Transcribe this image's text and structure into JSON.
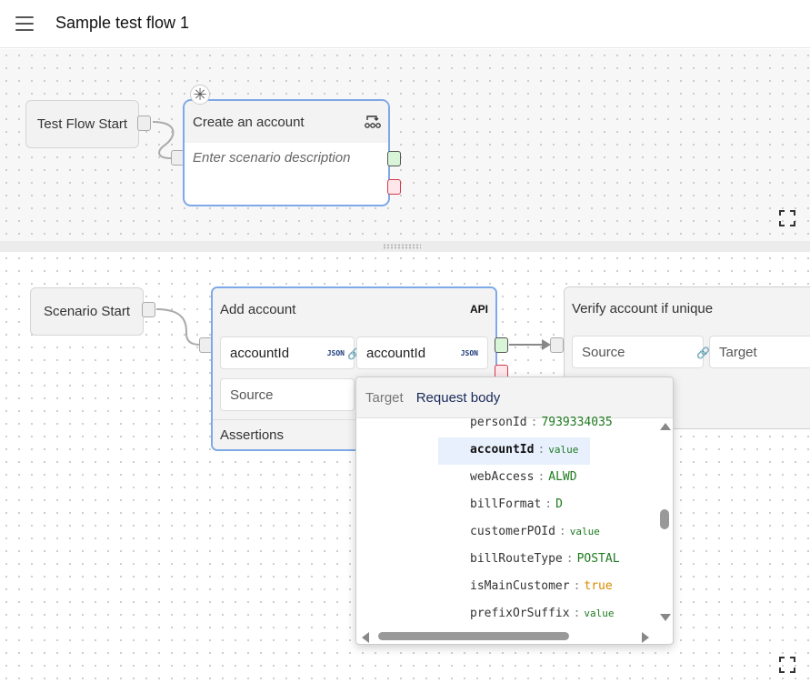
{
  "header": {
    "title": "Sample test flow 1",
    "menu_icon": "hamburger-menu-icon"
  },
  "top_canvas": {
    "start_node": "Test Flow Start",
    "scenario": {
      "title": "Create an account",
      "description_placeholder": "Enter scenario description",
      "badge_icon": "asterisk-icon",
      "type_icon": "scenario-icon"
    },
    "expand_icon": "fullscreen-icon"
  },
  "bottom_canvas": {
    "start_node": "Scenario Start",
    "add_account": {
      "title": "Add account",
      "badge": "API",
      "field1": {
        "value": "accountId",
        "tag": "JSON"
      },
      "field2": {
        "value": "accountId",
        "tag": "JSON"
      },
      "source": "Source",
      "assertions": "Assertions"
    },
    "verify": {
      "title": "Verify account if unique",
      "source": "Source",
      "target": "Target"
    },
    "expand_icon": "fullscreen-icon"
  },
  "popup": {
    "tab_target": "Target",
    "tab_request_body": "Request body",
    "rows": [
      {
        "key": "personId",
        "value": "7939334035"
      },
      {
        "key": "accountId",
        "value": "value"
      },
      {
        "key": "webAccess",
        "value": "ALWD"
      },
      {
        "key": "billFormat",
        "value": "D"
      },
      {
        "key": "customerPOId",
        "value": "value"
      },
      {
        "key": "billRouteType",
        "value": "POSTAL"
      },
      {
        "key": "isMainCustomer",
        "value": "true"
      },
      {
        "key": "prefixOrSuffix",
        "value": "value"
      }
    ]
  },
  "colors": {
    "accent_border": "#7ea8e6",
    "success_port": "#d8f5d8",
    "failure_port": "#d23a4c",
    "json_value": "#1f7a1f",
    "bool_value": "#d98a00"
  }
}
